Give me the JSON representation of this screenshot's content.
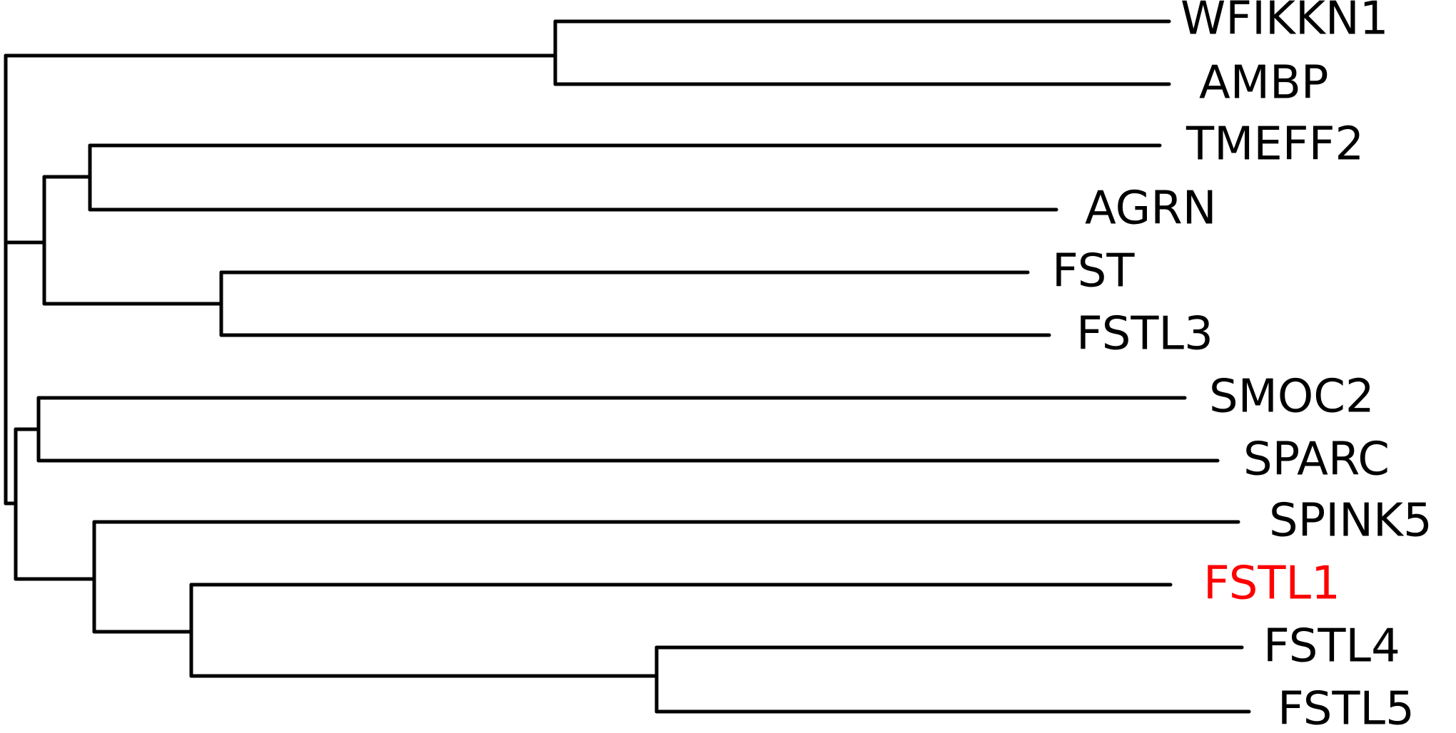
{
  "tree": {
    "default_color": "#000000",
    "highlight_color": "#ff0000",
    "leaves": [
      {
        "label": "WFIKKN1",
        "highlight": false
      },
      {
        "label": "AMBP",
        "highlight": false
      },
      {
        "label": "TMEFF2",
        "highlight": false
      },
      {
        "label": "AGRN",
        "highlight": false
      },
      {
        "label": "FST",
        "highlight": false
      },
      {
        "label": "FSTL3",
        "highlight": false
      },
      {
        "label": "SMOC2",
        "highlight": false
      },
      {
        "label": "SPARC",
        "highlight": false
      },
      {
        "label": "SPINK5",
        "highlight": false
      },
      {
        "label": "FSTL1",
        "highlight": true
      },
      {
        "label": "FSTL4",
        "highlight": false
      },
      {
        "label": "FSTL5",
        "highlight": false
      }
    ]
  }
}
